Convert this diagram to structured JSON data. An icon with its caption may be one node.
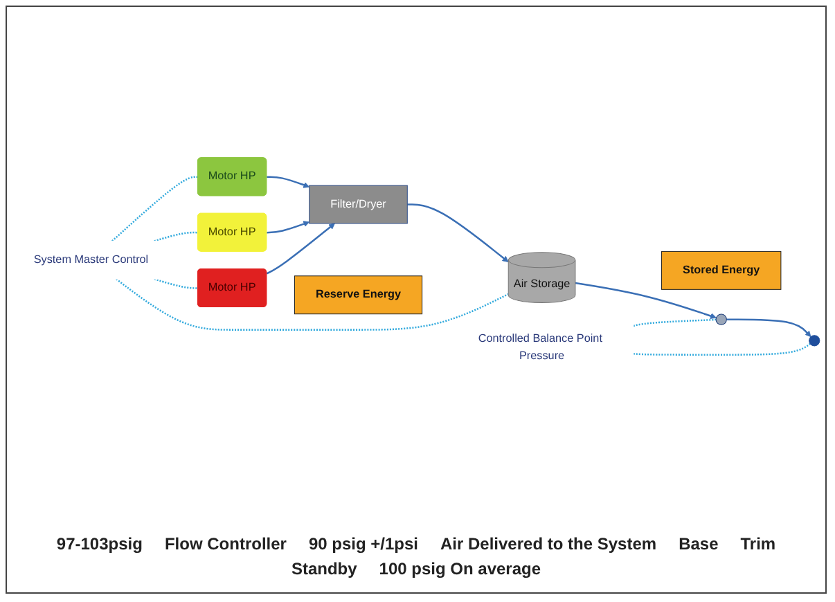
{
  "diagram": {
    "nodes": [
      {
        "text": [
          "Stored Energy"
        ]
      },
      {
        "text": [
          "Controlled Balance Point Pressure"
        ]
      },
      {
        "text": [
          "System Master Control"
        ]
      },
      {
        "text": [],
        "shape": "circle"
      },
      {
        "text": [],
        "shape": "circle"
      },
      {
        "text": [
          "Air Storage"
        ]
      },
      {
        "text": [
          "Filter/Dryer"
        ]
      },
      {
        "text": [
          "Motor HP"
        ]
      },
      {
        "text": [
          "Motor HP"
        ]
      },
      {
        "text": [
          "Motor HP"
        ]
      },
      {
        "text": [
          "Reserve Energy"
        ]
      }
    ],
    "edges": [
      {
        "from": 7,
        "to": 6,
        "arrow": "to"
      },
      {
        "from": 8,
        "to": 6,
        "arrow": "to"
      },
      {
        "from": 9,
        "to": 6,
        "arrow": "to"
      },
      {
        "from": 6,
        "to": 5,
        "arrow": "to"
      },
      {
        "from": 5,
        "to": 3,
        "arrow": "to"
      },
      {
        "from": 3,
        "to": 4,
        "arrow": "to"
      },
      {
        "from": 2,
        "to": 5,
        "arrow": "none",
        "style": "dashed",
        "color": "#33aadd"
      },
      {
        "from": 2,
        "to": 7,
        "arrow": "none",
        "style": "dashed",
        "color": "#33aadd"
      },
      {
        "from": 2,
        "to": 8,
        "arrow": "none",
        "style": "dashed",
        "color": "#33aadd"
      },
      {
        "from": 2,
        "to": 9,
        "arrow": "none",
        "style": "dashed",
        "color": "#33aadd"
      },
      {
        "from": 1,
        "to": 4,
        "arrow": "none",
        "style": "dashed",
        "color": "#33aadd"
      },
      {
        "from": 1,
        "to": 3,
        "arrow": "none",
        "style": "dashed",
        "color": "#33aadd"
      }
    ],
    "labels": [
      "97-103psig",
      "Flow Controller",
      "90 psig +/1psi",
      "Air Delivered to the System",
      "Base",
      "Trim",
      "Standby",
      "100 psig On average"
    ]
  }
}
